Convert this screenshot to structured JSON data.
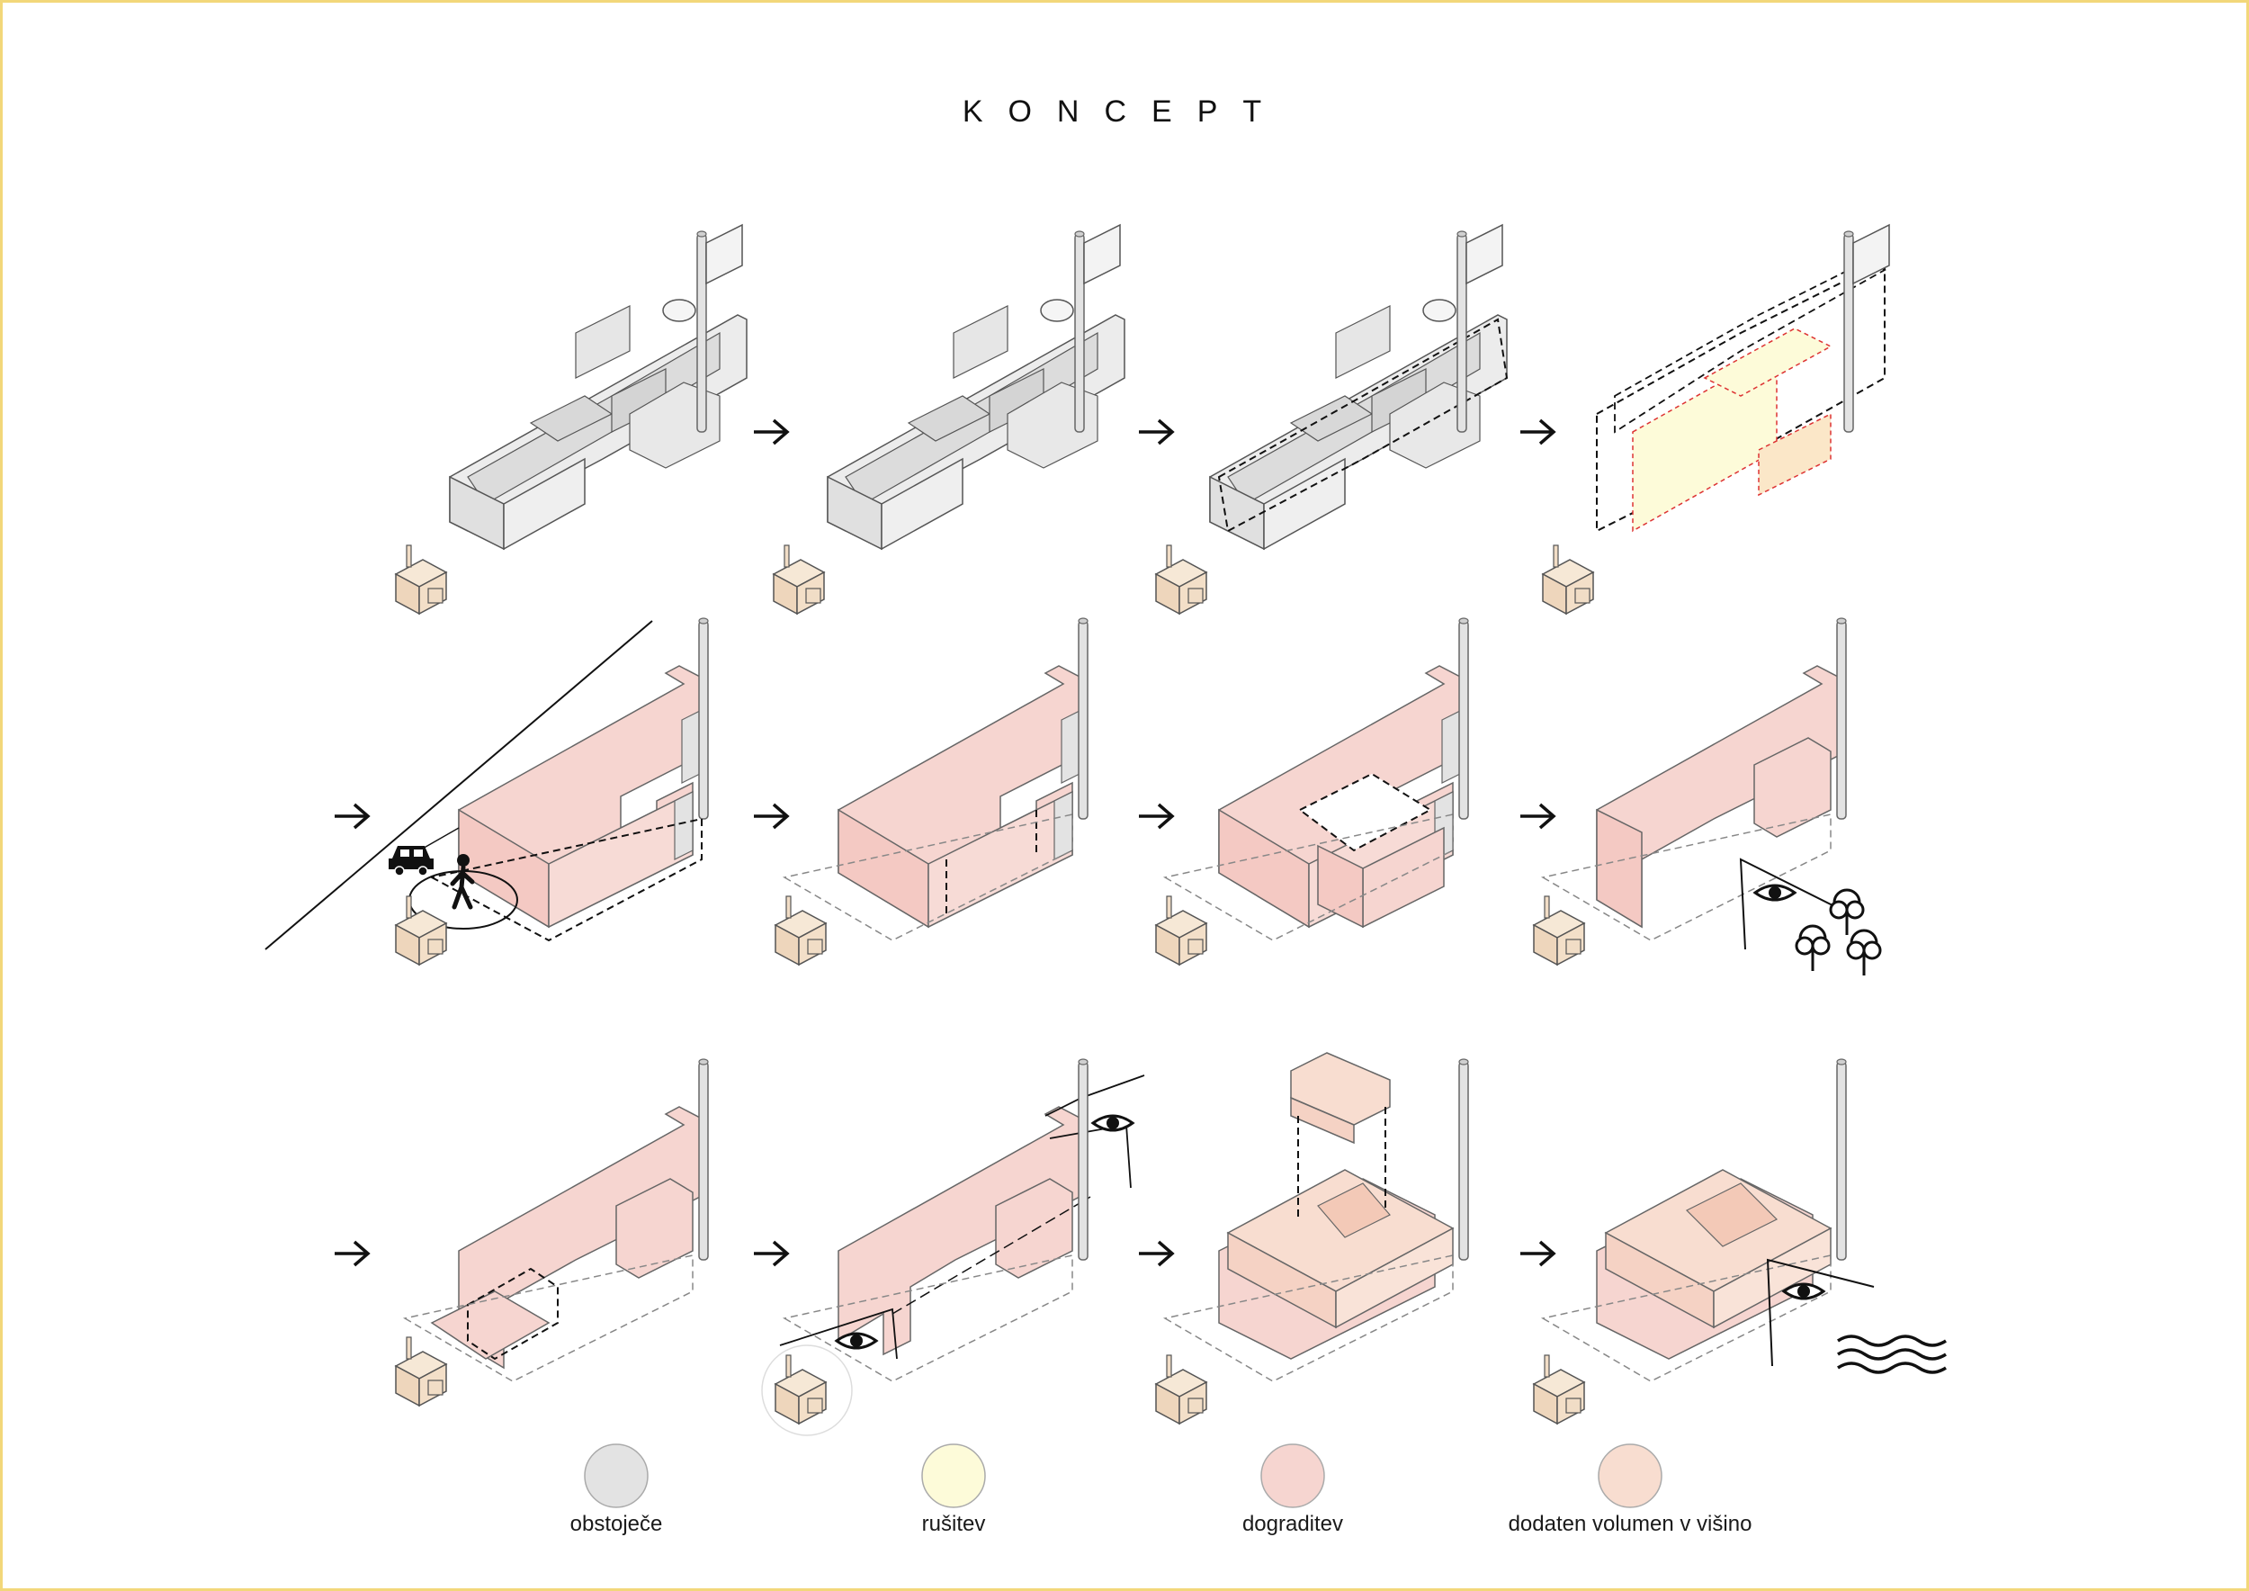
{
  "title": "KONCEPT",
  "colors": {
    "obstojece": "#e3e3e3",
    "rusitev": "#fdfbd9",
    "dograditev": "#f6d5d0",
    "dodaten_volumen": "#f8ddd0",
    "house": "#f1ddc6",
    "frame": "#f2d77a"
  },
  "legend": [
    {
      "label": "obstoječe",
      "color": "#e3e3e3"
    },
    {
      "label": "rušitev",
      "color": "#fdfbd9"
    },
    {
      "label": "dograditev",
      "color": "#f6d5d0"
    },
    {
      "label": "dodaten volumen v višino",
      "color": "#f8ddd0"
    }
  ],
  "icons": [
    "arrow-right-icon",
    "car-icon",
    "pedestrian-icon",
    "eye-icon",
    "tree-icon",
    "water-waves-icon",
    "house-icon",
    "chimney-icon"
  ]
}
